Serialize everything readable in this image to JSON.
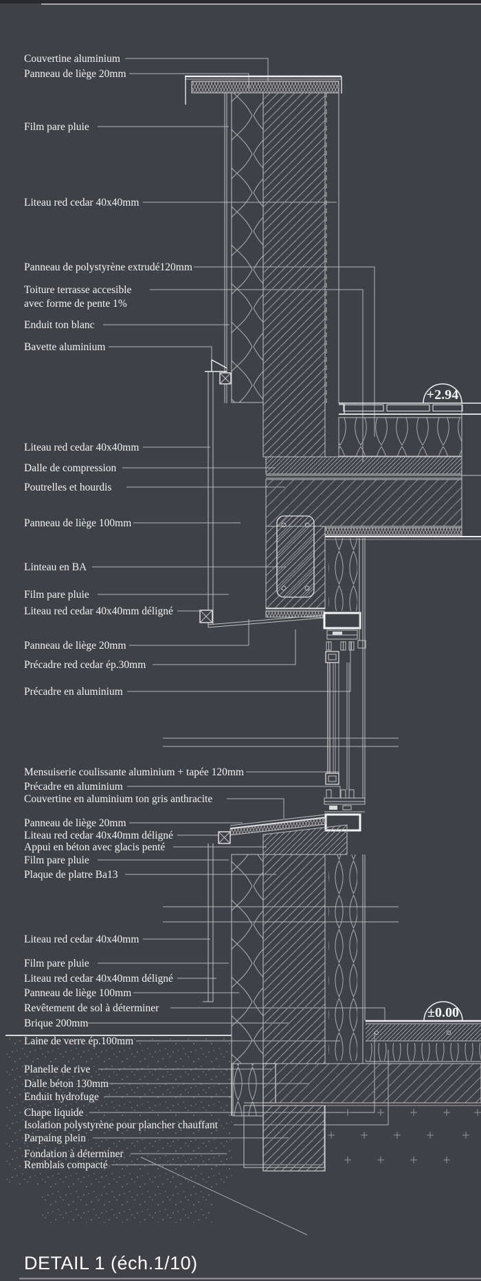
{
  "title": "DETAIL 1 (éch.1/10)",
  "elevations": {
    "upper": "+2.94",
    "lower": "±0.00"
  },
  "colors": {
    "background": "#404146",
    "line": "#c2c3c7",
    "bright": "#eef0f3",
    "text": "#f2f3f5",
    "leader": "#b4b5b9"
  },
  "labels": [
    {
      "id": "couvertine-aluminium",
      "text": "Couvertine aluminium"
    },
    {
      "id": "panneau-liege-20mm",
      "text": "Panneau de liège 20mm"
    },
    {
      "id": "film-pare-pluie-1",
      "text": "Film pare pluie"
    },
    {
      "id": "liteau-red-cedar-1",
      "text": "Liteau red cedar 40x40mm"
    },
    {
      "id": "panneau-polystyrene-extrude",
      "text": "Panneau de polystyrène extrudé120mm"
    },
    {
      "id": "toiture-terrasse-l1",
      "text": "Toiture terrasse accesible"
    },
    {
      "id": "toiture-terrasse-l2",
      "text": "avec forme de pente 1%"
    },
    {
      "id": "enduit-ton-blanc",
      "text": "Enduit ton blanc"
    },
    {
      "id": "bavette-aluminium",
      "text": "Bavette aluminium"
    },
    {
      "id": "liteau-red-cedar-2",
      "text": "Liteau red cedar 40x40mm"
    },
    {
      "id": "dalle-de-compression",
      "text": "Dalle de compression"
    },
    {
      "id": "poutrelles-et-hourdis",
      "text": "Poutrelles et hourdis"
    },
    {
      "id": "panneau-liege-100mm-1",
      "text": "Panneau de liège 100mm"
    },
    {
      "id": "linteau-en-ba",
      "text": "Linteau en BA"
    },
    {
      "id": "film-pare-pluie-2",
      "text": "Film pare pluie"
    },
    {
      "id": "liteau-deligne-1",
      "text": "Liteau red cedar 40x40mm déligné"
    },
    {
      "id": "panneau-liege-20mm-2",
      "text": "Panneau de liège 20mm"
    },
    {
      "id": "precadre-red-cedar",
      "text": "Précadre red cedar ép.30mm"
    },
    {
      "id": "precadre-aluminium-1",
      "text": "Précadre en aluminium"
    },
    {
      "id": "mensuiserie-coulissante",
      "text": "Mensuiserie coulissante aluminium + tapée 120mm"
    },
    {
      "id": "precadre-aluminium-2",
      "text": "Précadre en aluminium"
    },
    {
      "id": "couvertine-anthracite",
      "text": "Couvertine en aluminium ton gris anthracite"
    },
    {
      "id": "panneau-liege-20mm-3",
      "text": "Panneau de liège 20mm"
    },
    {
      "id": "liteau-deligne-2",
      "text": "Liteau red cedar 40x40mm déligné"
    },
    {
      "id": "appui-beton",
      "text": "Appui en béton avec glacis penté"
    },
    {
      "id": "film-pare-pluie-3",
      "text": "Film pare pluie"
    },
    {
      "id": "plaque-platre-ba13",
      "text": "Plaque de platre Ba13"
    },
    {
      "id": "liteau-red-cedar-3",
      "text": "Liteau red cedar 40x40mm"
    },
    {
      "id": "film-pare-pluie-4",
      "text": "Film pare pluie"
    },
    {
      "id": "liteau-deligne-3",
      "text": "Liteau red cedar 40x40mm déligné"
    },
    {
      "id": "panneau-liege-100mm-2",
      "text": "Panneau de liège 100mm"
    },
    {
      "id": "revetement-de-sol",
      "text": "Revêtement de sol à déterminer"
    },
    {
      "id": "brique-200mm",
      "text": "Brique 200mm"
    },
    {
      "id": "laine-de-verre",
      "text": "Laine de verre ép.100mm"
    },
    {
      "id": "planelle-de-rive",
      "text": "Planelle de rive"
    },
    {
      "id": "dalle-beton-130mm",
      "text": "Dalle béton 130mm"
    },
    {
      "id": "enduit-hydrofuge",
      "text": "Enduit hydrofuge"
    },
    {
      "id": "chape-liquide",
      "text": "Chape liquide"
    },
    {
      "id": "isolation-polystyrene",
      "text": "Isolation polystyrène pour plancher chauffant"
    },
    {
      "id": "parpaing-plein",
      "text": "Parpaing plein"
    },
    {
      "id": "fondation-a-determiner",
      "text": "Fondation à déterminer"
    },
    {
      "id": "remblais-compacte",
      "text": "Remblais compacté"
    }
  ]
}
